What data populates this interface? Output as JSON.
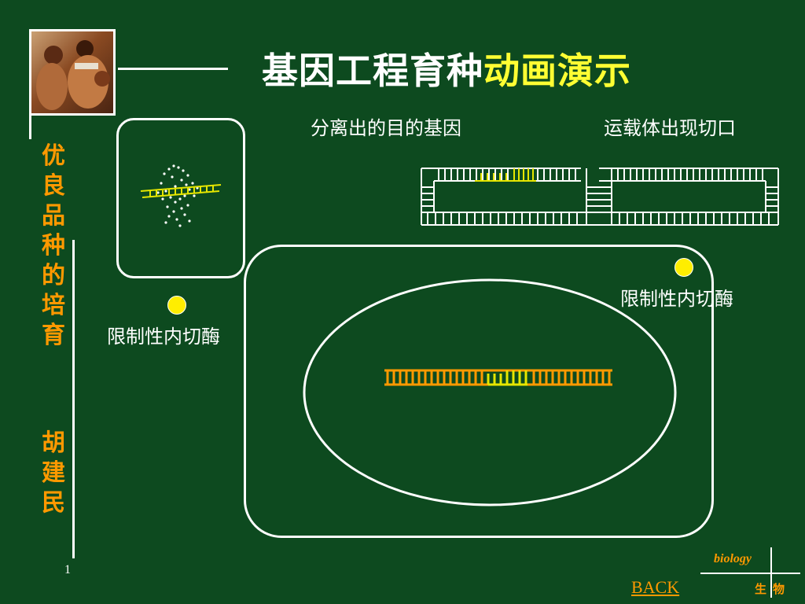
{
  "title": {
    "main": "基因工程育种",
    "highlight": "动画演示"
  },
  "sidebar": {
    "course_title": "优良品种的培育",
    "author": "胡建民"
  },
  "labels": {
    "target_gene": "分离出的目的基因",
    "vector_cut": "运载体出现切口",
    "enzyme_left": "限制性内切酶",
    "enzyme_right": "限制性内切酶"
  },
  "footer": {
    "page_number": "1",
    "back_link": "BACK",
    "logo_en": "biology",
    "logo_cn": "生物"
  },
  "colors": {
    "background": "#0d4a1f",
    "accent_orange": "#ff9900",
    "accent_yellow": "#ffff33",
    "gene_yellow": "#e6e600",
    "white": "#ffffff"
  }
}
